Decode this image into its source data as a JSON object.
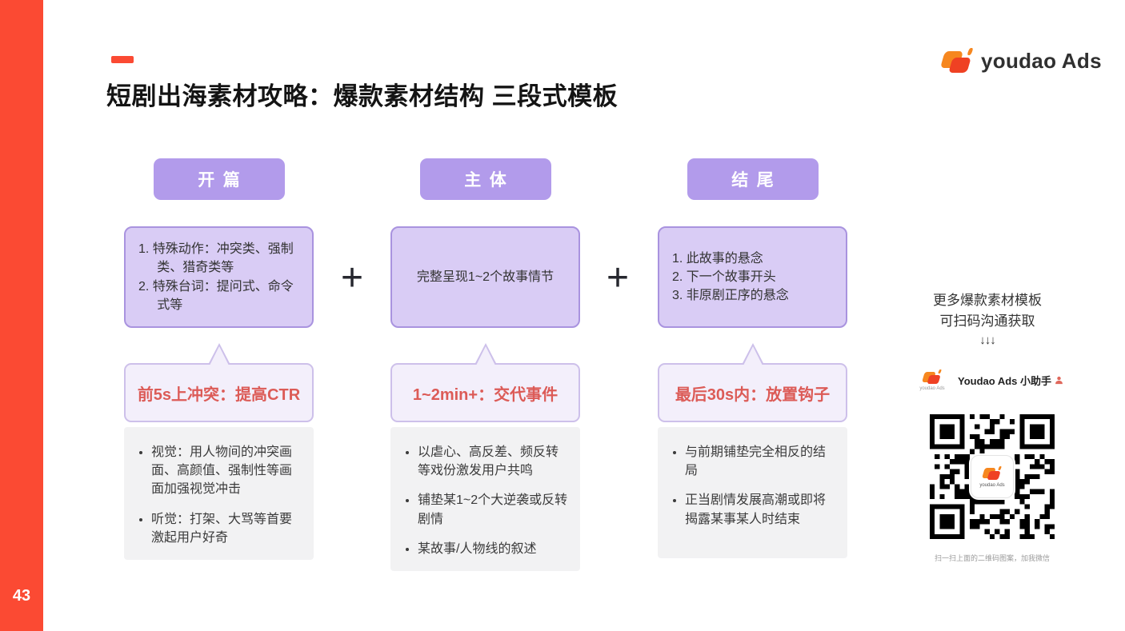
{
  "slide": {
    "page_number": "43",
    "title": "短剧出海素材攻略：爆款素材结构 三段式模板"
  },
  "logo": {
    "text": "youdao Ads"
  },
  "plus_sign": "+",
  "columns": [
    {
      "pill": "开篇",
      "intro_items": [
        "1. 特殊动作：冲突类、强制类、猎奇类等",
        "2. 特殊台词：提问式、命令式等"
      ],
      "highlight": "前5s上冲突：提高CTR",
      "bullets": [
        "视觉：用人物间的冲突画面、高颜值、强制性等画面加强视觉冲击",
        "听觉：打架、大骂等首要激起用户好奇"
      ]
    },
    {
      "pill": "主体",
      "intro_text": "完整呈现1~2个故事情节",
      "highlight": "1~2min+：交代事件",
      "bullets": [
        "以虐心、高反差、频反转等戏份激发用户共鸣",
        "铺垫某1~2个大逆袭或反转剧情",
        "某故事/人物线的叙述"
      ]
    },
    {
      "pill": "结尾",
      "intro_items": [
        "1. 此故事的悬念",
        "2. 下一个故事开头",
        "3. 非原剧正序的悬念"
      ],
      "highlight": "最后30s内：放置钩子",
      "bullets": [
        "与前期铺垫完全相反的结局",
        "正当剧情发展高潮或即将揭露某事某人时结束"
      ]
    }
  ],
  "qr_panel": {
    "promo_line_1": "更多爆款素材模板",
    "promo_line_2": "可扫码沟通获取",
    "promo_arrows": "↓↓↓",
    "contact_name": "Youdao Ads 小助手",
    "mini_logo_caption": "youdao Ads",
    "qr_center_label": "youdao Ads",
    "scan_caption": "扫一扫上面的二维码图案，加我微信"
  },
  "colors": {
    "accent_red": "#FB4A33",
    "pill_purple": "#B29BEB",
    "intro_box_bg": "#D9CCF5",
    "intro_box_border": "#A993DF",
    "bubble_bg": "#F3EFFB",
    "bubble_border": "#CDC0EA",
    "highlight_red": "#DC5B57",
    "detail_box_gray": "#F2F2F3",
    "logo_orange": "#F6871F",
    "logo_red": "#EF4123"
  }
}
